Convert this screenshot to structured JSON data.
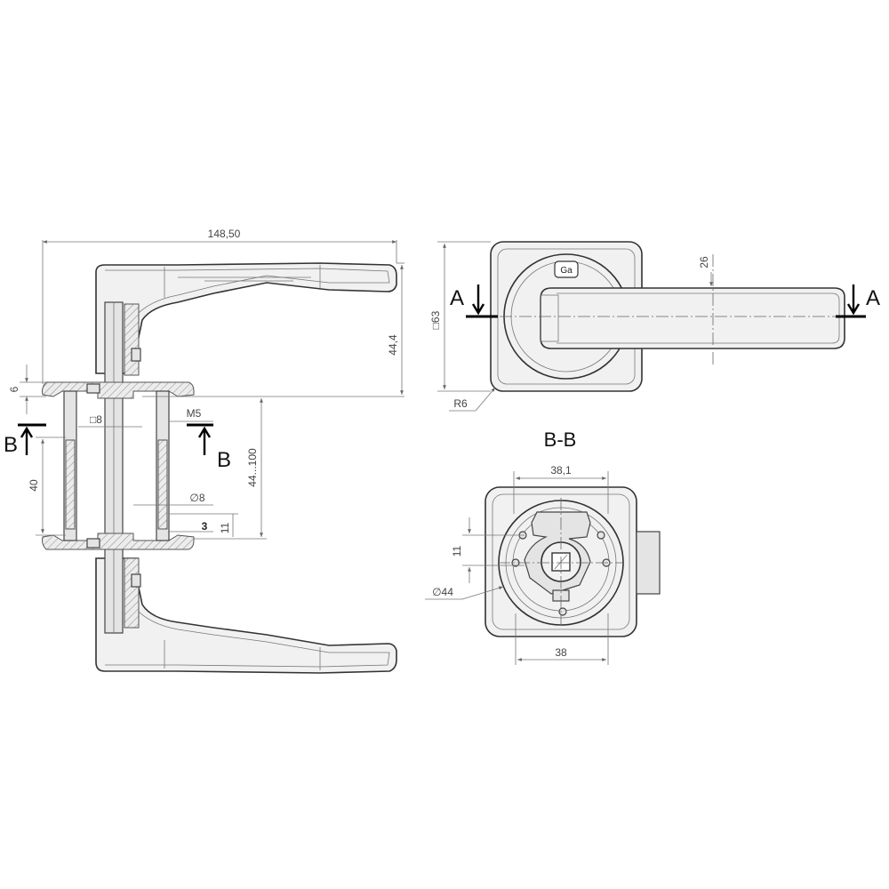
{
  "side_view": {
    "dims": {
      "overall_width": "148,50",
      "lever_height": "44,4",
      "rose_thickness": "6",
      "spindle": "□8",
      "screw_thread": "M5",
      "screw_spacing": "40",
      "door_thickness": "44...100",
      "bolt_diameter": "∅8",
      "bolt_number": "3",
      "bolt_offset": "11"
    },
    "section_mark": {
      "letter": "B"
    }
  },
  "front_view": {
    "dims": {
      "rose_size": "□63",
      "lever_diameter": "26",
      "corner_radius": "R6"
    },
    "section_mark": {
      "letter": "A"
    },
    "logo_text": "Ga"
  },
  "section_view": {
    "title": "B-B",
    "dims": {
      "top_width": "38,1",
      "bottom_width": "38",
      "left_offset": "11",
      "diameter": "∅44"
    }
  },
  "colors": {
    "line": "#333333",
    "fill": "#f1f1f1",
    "dim": "#777777"
  }
}
